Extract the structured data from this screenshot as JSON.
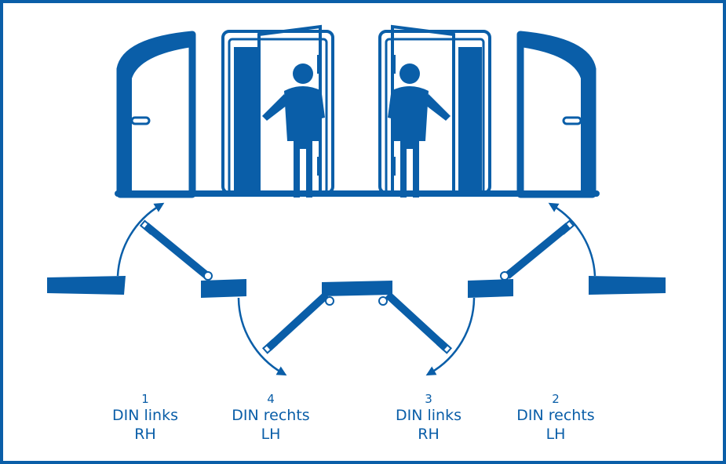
{
  "colors": {
    "primary": "#0a5ea8",
    "background": "#ffffff"
  },
  "variants": [
    {
      "number": "1",
      "din": "DIN links",
      "code": "RH"
    },
    {
      "number": "4",
      "din": "DIN rechts",
      "code": "LH"
    },
    {
      "number": "3",
      "din": "DIN links",
      "code": "RH"
    },
    {
      "number": "2",
      "din": "DIN rechts",
      "code": "LH"
    }
  ]
}
